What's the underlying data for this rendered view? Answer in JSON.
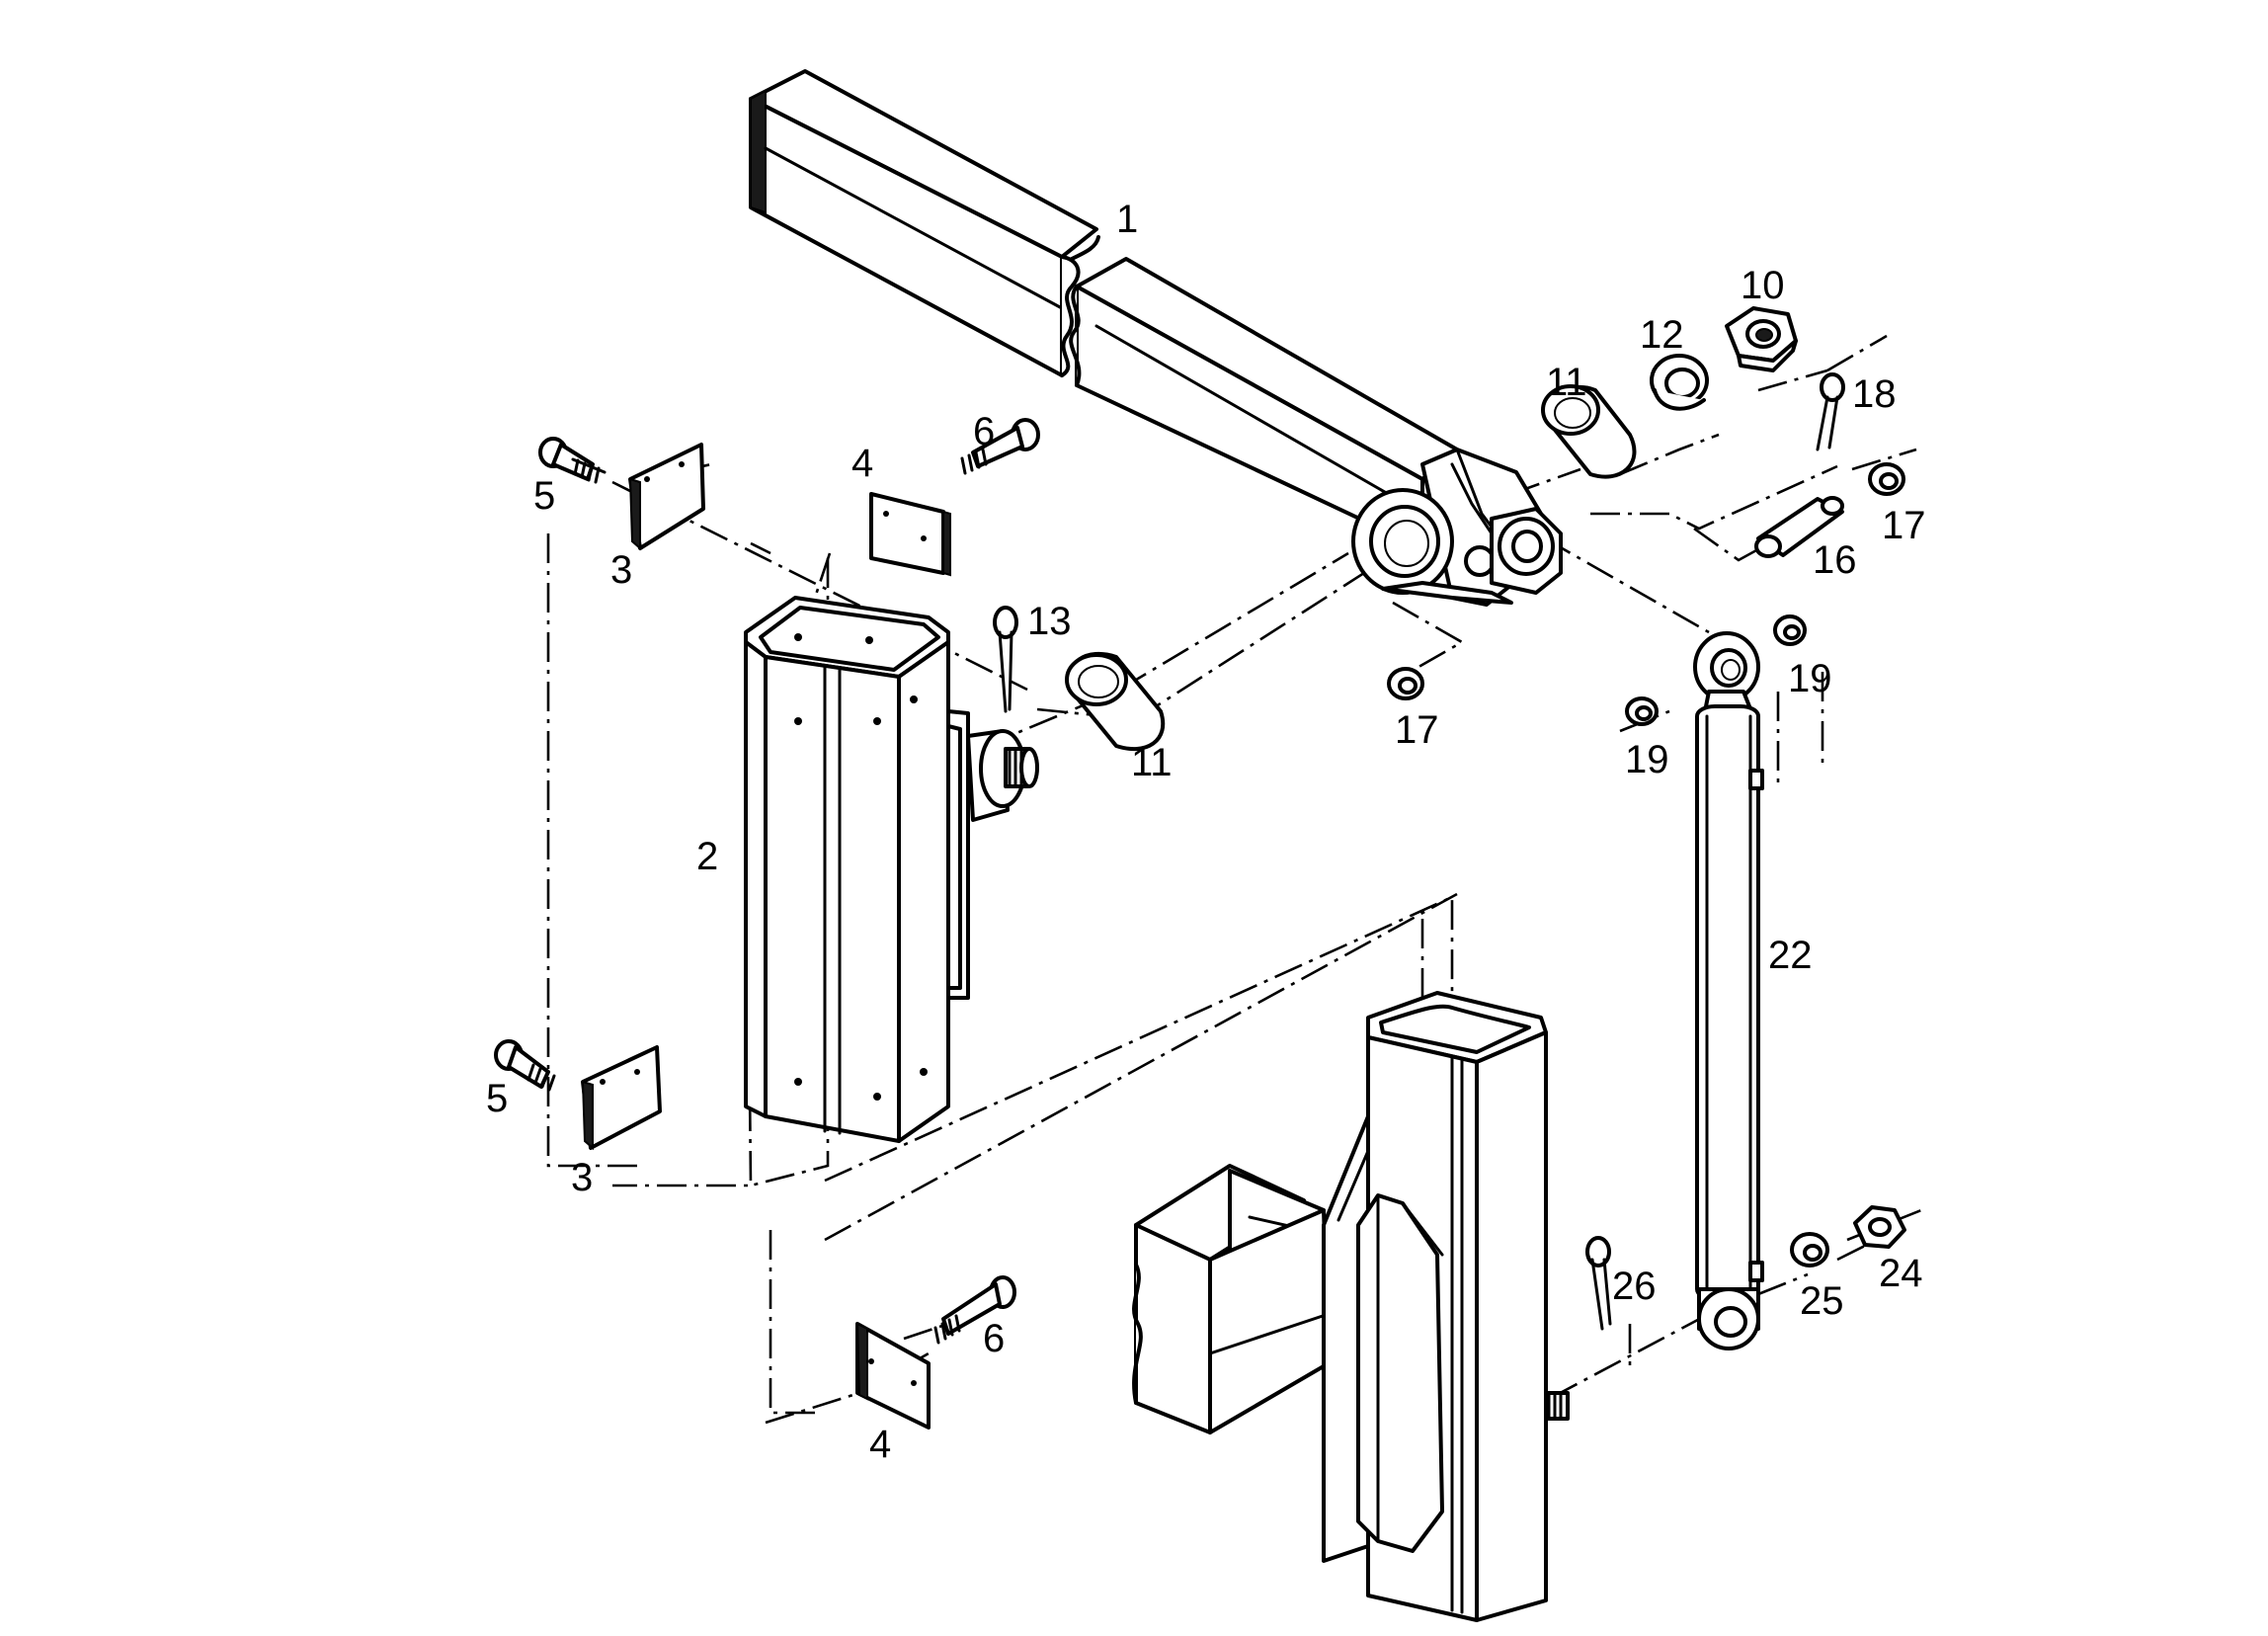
{
  "labels": {
    "p1": "1",
    "p2": "2",
    "p3a": "3",
    "p3b": "3",
    "p4a": "4",
    "p4b": "4",
    "p5a": "5",
    "p5b": "5",
    "p6a": "6",
    "p6b": "6",
    "p10": "10",
    "p11a": "11",
    "p11b": "11",
    "p12": "12",
    "p13": "13",
    "p16": "16",
    "p17a": "17",
    "p17b": "17",
    "p18": "18",
    "p19a": "19",
    "p19b": "19",
    "p22": "22",
    "p24": "24",
    "p25": "25",
    "p26": "26"
  }
}
